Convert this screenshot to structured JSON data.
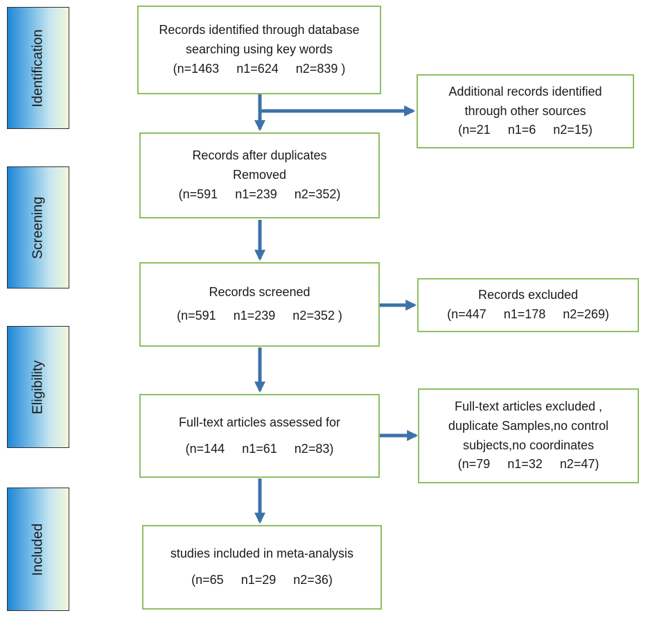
{
  "stages": [
    {
      "label": "Identification"
    },
    {
      "label": "Screening"
    },
    {
      "label": "Eligibility"
    },
    {
      "label": "Included"
    }
  ],
  "boxes": {
    "identified": {
      "lines": [
        "Records identified through database",
        "searching using key words"
      ],
      "counts": [
        "(n=1463",
        "n1=624",
        "n2=839 )"
      ]
    },
    "additional": {
      "lines": [
        "Additional records identified",
        "through other sources"
      ],
      "counts": [
        "(n=21",
        "n1=6",
        "n2=15)"
      ]
    },
    "deduplicated": {
      "lines": [
        "Records after duplicates",
        "Removed"
      ],
      "counts": [
        "(n=591",
        "n1=239",
        "n2=352)"
      ]
    },
    "screened": {
      "lines": [
        "Records screened"
      ],
      "counts": [
        "(n=591",
        "n1=239",
        "n2=352 )"
      ]
    },
    "excluded": {
      "lines": [
        "Records excluded"
      ],
      "counts": [
        "(n=447",
        "n1=178",
        "n2=269)"
      ]
    },
    "fulltext": {
      "lines": [
        "Full-text articles assessed for"
      ],
      "counts": [
        "(n=144",
        "n1=61",
        "n2=83)"
      ]
    },
    "fulltext_excluded": {
      "lines": [
        "Full-text articles excluded ,",
        "duplicate Samples,no control",
        "subjects,no coordinates"
      ],
      "counts": [
        "(n=79",
        "n1=32",
        "n2=47)"
      ]
    },
    "included": {
      "lines": [
        "studies included in meta-analysis"
      ],
      "counts": [
        "(n=65",
        "n1=29",
        "n2=36)"
      ]
    }
  },
  "colors": {
    "box_border": "#8cbf62",
    "arrow": "#3d72a8",
    "stage_gradient_left": "#1f86d6",
    "stage_gradient_right": "#f2f7da"
  }
}
